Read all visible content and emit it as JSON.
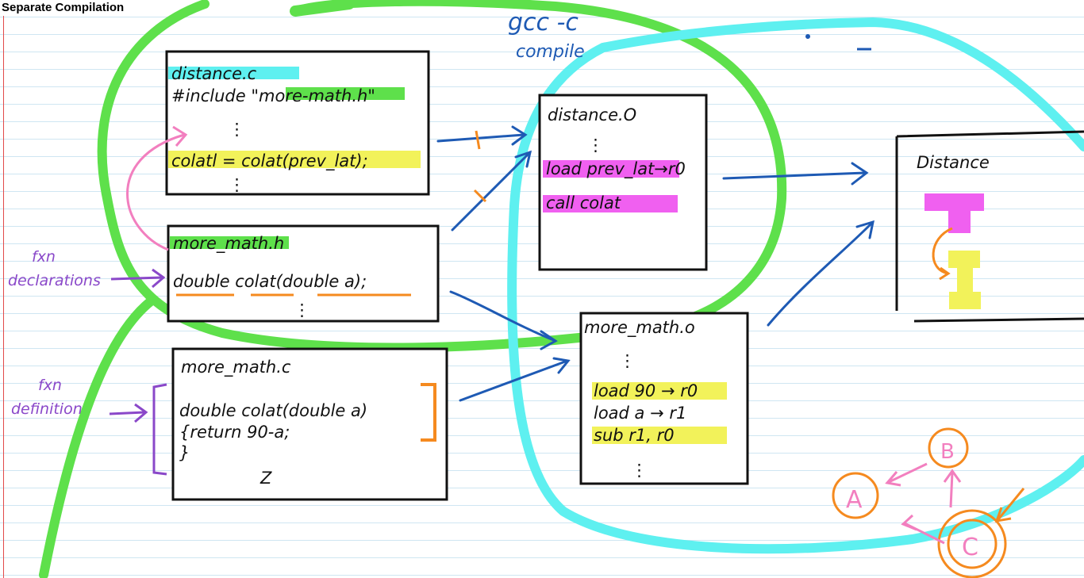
{
  "title": "Separate Compilation",
  "top_annotation": {
    "command": "gcc -c",
    "caption": "compile"
  },
  "distance_c": {
    "filename": "distance.c",
    "include": "#include \"more-math.h\"",
    "dots": "⋮",
    "statement": "colatl = colat(prev_lat);"
  },
  "more_math_h": {
    "filename": "more_math.h",
    "declaration": "double colat(double a);"
  },
  "more_math_c": {
    "filename": "more_math.c",
    "definition": "double colat(double a)",
    "body": "{return 90-a;",
    "close": "}",
    "squiggle": "Z"
  },
  "distance_o": {
    "filename": "distance.O",
    "instr1": "load prev_lat→r0",
    "instr2": "call colat"
  },
  "more_math_o": {
    "filename": "more_math.o",
    "instr1": "load 90 → r0",
    "instr2": "load a → r1",
    "instr3": "sub r1, r0"
  },
  "distance_exe": {
    "filename": "Distance"
  },
  "side_labels": {
    "declarations": [
      "fxn",
      "declarations"
    ],
    "definition": [
      "fxn",
      "definition"
    ]
  },
  "graph": {
    "nodes": [
      "A",
      "B",
      "C"
    ]
  },
  "colors": {
    "green": "#5ee04b",
    "cyan": "#5ef0f0",
    "blue": "#1e5ab4",
    "magenta": "#f060f0",
    "yellow": "#f2f25a",
    "orange": "#f58a1f",
    "purple": "#8a48c9",
    "pink": "#f27fbf"
  }
}
